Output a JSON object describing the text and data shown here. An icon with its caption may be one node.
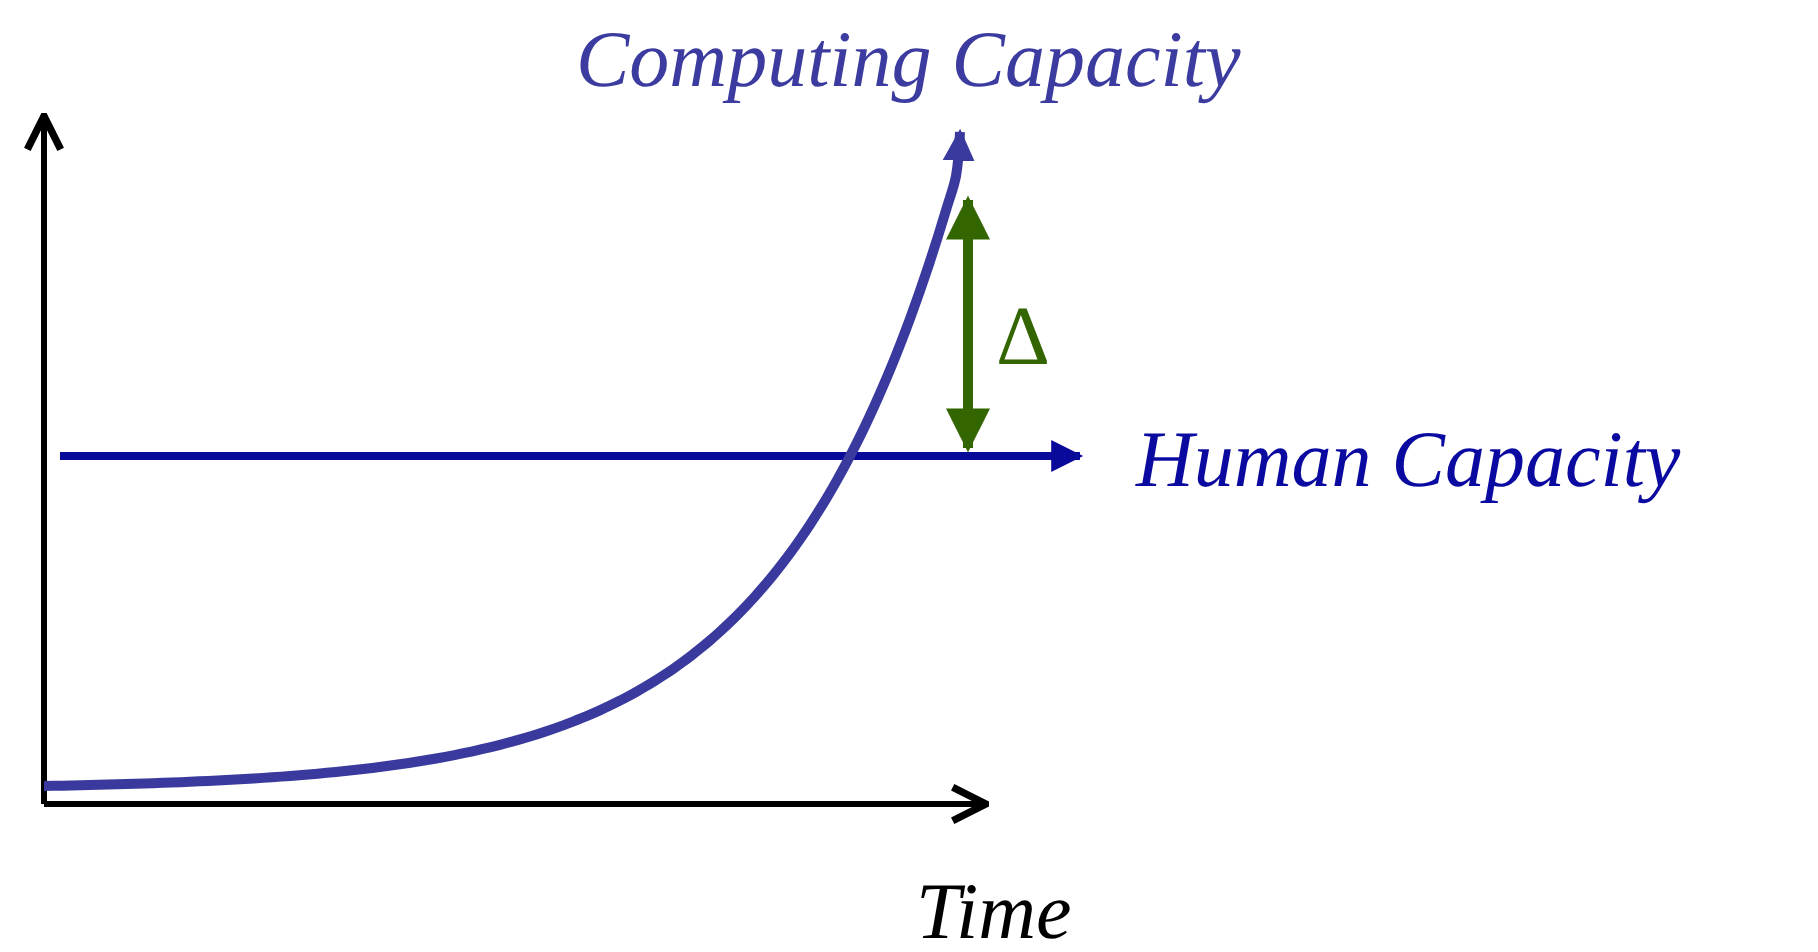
{
  "diagram": {
    "labels": [
      "Computing Capacity",
      "Human Capacity",
      "Δ",
      "Time"
    ]
  }
}
